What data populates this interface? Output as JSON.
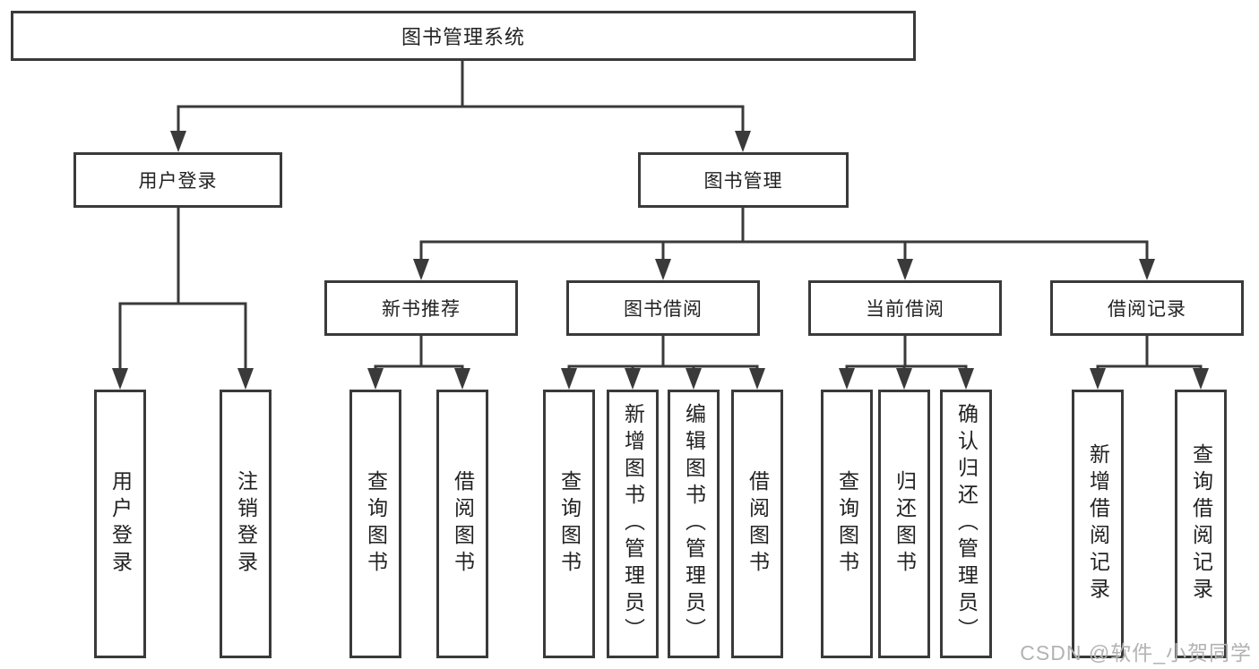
{
  "tree": {
    "root": {
      "label": "图书管理系统"
    },
    "branches": [
      {
        "label": "用户登录",
        "children": [
          {
            "label": "用户登录"
          },
          {
            "label": "注销登录"
          }
        ]
      },
      {
        "label": "图书管理",
        "children": [
          {
            "label": "新书推荐",
            "children": [
              {
                "label": "查询图书"
              },
              {
                "label": "借阅图书"
              }
            ]
          },
          {
            "label": "图书借阅",
            "children": [
              {
                "label": "查询图书"
              },
              {
                "label": "新增图书（管理员）"
              },
              {
                "label": "编辑图书（管理员）"
              },
              {
                "label": "借阅图书"
              }
            ]
          },
          {
            "label": "当前借阅",
            "children": [
              {
                "label": "查询图书"
              },
              {
                "label": "归还图书"
              },
              {
                "label": "确认归还（管理员）"
              }
            ]
          },
          {
            "label": "借阅记录",
            "children": [
              {
                "label": "新增借阅记录"
              },
              {
                "label": "查询借阅记录"
              }
            ]
          }
        ]
      }
    ]
  },
  "watermark": {
    "text": "CSDN @软件_小贺同学"
  },
  "colors": {
    "line": "#3a3a3a",
    "box_border": "#3a3a3a",
    "text": "#222222",
    "watermark": "#b3b3b3",
    "background": "#ffffff"
  }
}
